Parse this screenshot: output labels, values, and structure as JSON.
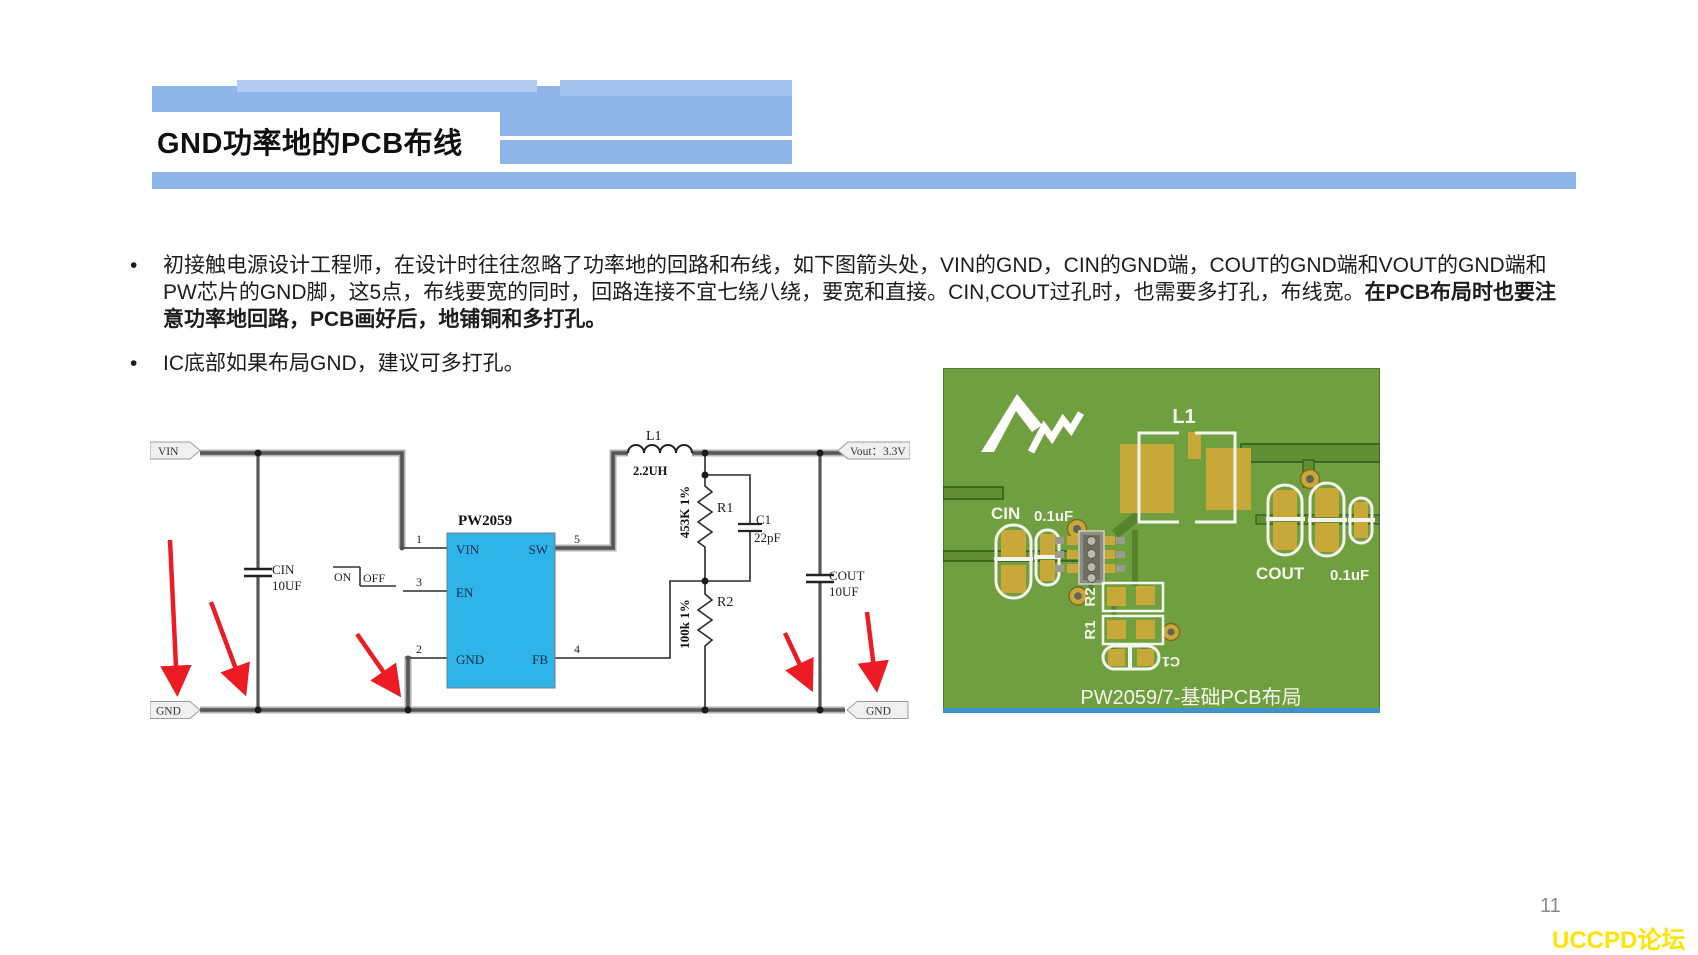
{
  "slide": {
    "title": "GND功率地的PCB布线",
    "bullet_char": "•",
    "bullets": [
      {
        "text": "初接触电源设计工程师，在设计时往往忽略了功率地的回路和布线，如下图箭头处，VIN的GND，CIN的GND端，COUT的GND端和VOUT的GND端和PW芯片的GND脚，这5点，布线要宽的同时，回路连接不宜七绕八绕，要宽和直接。CIN,COUT过孔时，也需要多打孔，布线宽。",
        "bold": "在PCB布局时也要注意功率地回路，PCB画好后，地铺铜和多打孔。"
      },
      {
        "text": "IC底部如果布局GND，建议可多打孔。",
        "bold": ""
      }
    ],
    "page_number": "11",
    "watermark": "UCCPD论坛"
  },
  "schematic": {
    "vin_tag": "VIN",
    "gnd_left_tag": "GND",
    "gnd_right_tag": "GND",
    "vout_tag": "Vout：3.3V",
    "ic_name": "PW2059",
    "pin_vin": "VIN",
    "pin_en": "EN",
    "pin_gnd": "GND",
    "pin_sw": "SW",
    "pin_fb": "FB",
    "pin1": "1",
    "pin2": "2",
    "pin3": "3",
    "pin4": "4",
    "pin5": "5",
    "cin": "CIN",
    "cin_value": "10UF",
    "cout": "COUT",
    "cout_value": "10UF",
    "l1": "L1",
    "l1_value": "2.2UH",
    "r1": "R1",
    "r1_value": "453K 1%",
    "r2": "R2",
    "r2_value": "100k 1%",
    "c1": "C1",
    "c1_value": "22pF",
    "on": "ON",
    "off": "OFF"
  },
  "pcb": {
    "l1": "L1",
    "cin": "CIN",
    "cin_value": "0.1uF",
    "cout": "COUT",
    "cout_value": "0.1uF",
    "r1": "R1",
    "r2": "R2",
    "c1": "C1",
    "caption": "PW2059/7-基础PCB布局"
  },
  "colors": {
    "accent_bar_blue": "#8fb4e7",
    "arrow_red": "#ed1c24",
    "ic_symbol_blue": "#2fb4e9",
    "pcb_board_green": "#6f9f3e",
    "pcb_trace_green": "#55842c",
    "pad_gold": "#c9a83a",
    "silkscreen_white": "#f5f5f0",
    "watermark_yellow": "#ffe400",
    "page_number_gray": "#8a8a8a",
    "pcb_bottom_edge_blue": "#3f93cc"
  }
}
